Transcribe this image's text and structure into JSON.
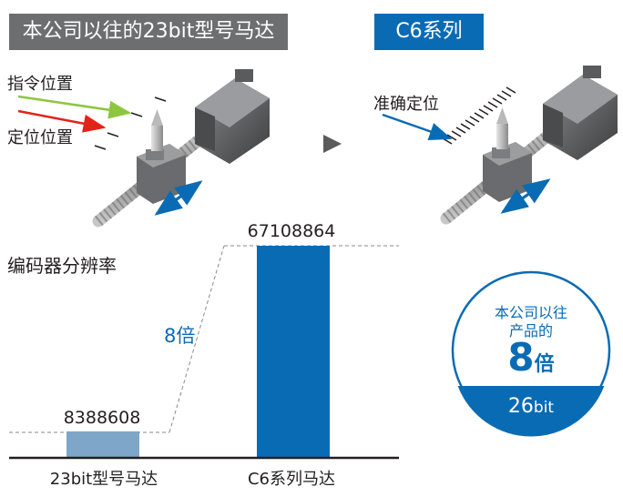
{
  "header": {
    "current_title": "本公司以往的23bit型号马达",
    "new_title": "C6系列"
  },
  "left_diagram": {
    "command_position": "指令位置",
    "set_position": "定位位置"
  },
  "right_diagram": {
    "accurate_position": "准确定位"
  },
  "resolution_label": "编码器分辨率",
  "ratio_label": "8倍",
  "badge": {
    "line1": "本公司以往",
    "line2": "产品的",
    "multiplier": "8",
    "multiplier_unit": "倍",
    "bits_number": "26",
    "bits_unit": "bit"
  },
  "colors": {
    "gray_header": "#6d6e70",
    "brand_blue": "#0a6bb5",
    "old_bar": "#7ea6c9",
    "green_arrow": "#8dc63f",
    "red_arrow": "#e2231a"
  },
  "chart_data": {
    "type": "bar",
    "categories": [
      "23bit型号马达",
      "C6系列马达"
    ],
    "values": [
      8388608,
      67108864
    ],
    "value_labels": [
      "8388608",
      "67108864"
    ],
    "title": "编码器分辨率",
    "annotation": "8倍"
  }
}
